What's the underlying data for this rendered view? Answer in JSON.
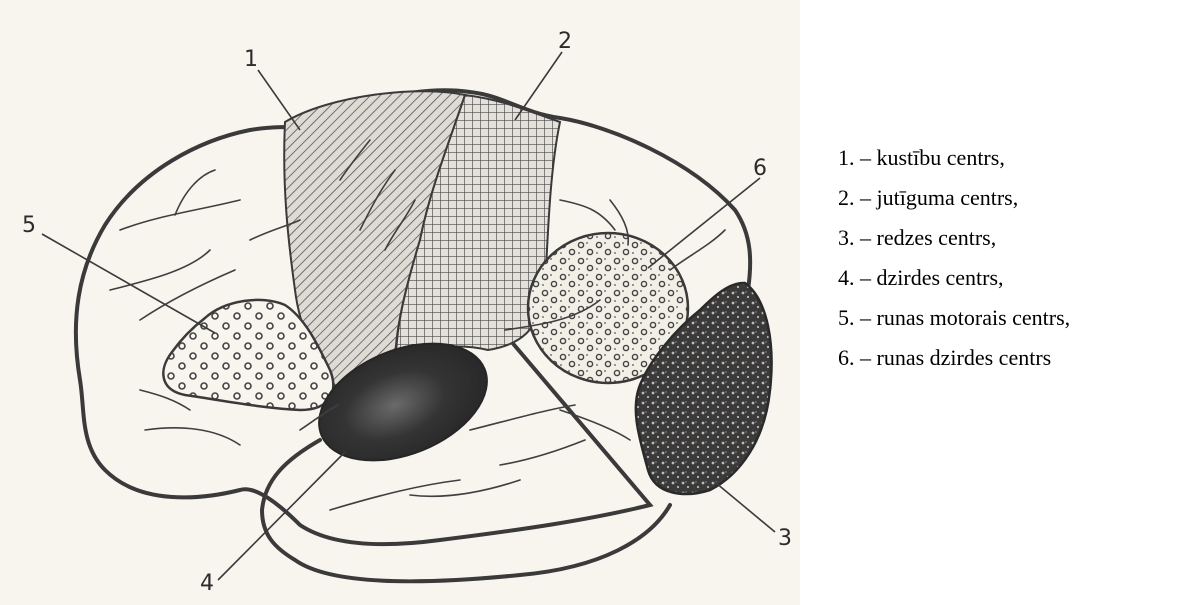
{
  "diagram": {
    "region_numbers": [
      "1",
      "2",
      "3",
      "4",
      "5",
      "6"
    ]
  },
  "legend": {
    "items": [
      "1. – kustību centrs,",
      "2. – jutīguma centrs,",
      "3. – redzes centrs,",
      "4. – dzirdes centrs,",
      "5. –  runas  motorais  centrs,",
      "6. – runas dzirdes centrs"
    ]
  },
  "colors": {
    "outline": "#3a3a3a",
    "region_fill": "#d6d3cc",
    "dark_region": "#2e2e2e"
  }
}
